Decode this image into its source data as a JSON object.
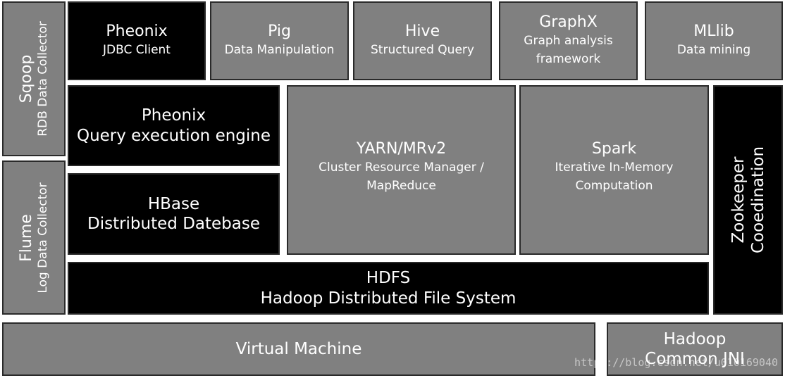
{
  "diagram": {
    "top_row": [
      {
        "title": "Pheonix",
        "subtitle": "JDBC Client"
      },
      {
        "title": "Pig",
        "subtitle": "Data Manipulation"
      },
      {
        "title": "Hive",
        "subtitle": "Structured Query"
      },
      {
        "title": "GraphX",
        "subtitle_line1": "Graph analysis",
        "subtitle_line2": "framework"
      },
      {
        "title": "MLlib",
        "subtitle": "Data mining"
      }
    ],
    "sqoop": {
      "title": "Sqoop",
      "subtitle": "RDB Data Collector"
    },
    "flume": {
      "title": "Flume",
      "subtitle": "Log Data Collector"
    },
    "pheonix_engine": {
      "line1": "Pheonix",
      "line2": "Query execution engine"
    },
    "hbase": {
      "line1": "HBase",
      "line2": "Distributed Datebase"
    },
    "yarn": {
      "title": "YARN/MRv2",
      "line1": "Cluster Resource Manager /",
      "line2": "MapReduce"
    },
    "spark": {
      "title": "Spark",
      "line1": "Iterative In-Memory",
      "line2": "Computation"
    },
    "zookeeper": {
      "line1": "Zookeeper",
      "line2": "Cooedination"
    },
    "hdfs": {
      "line1": "HDFS",
      "line2": "Hadoop Distributed File System"
    },
    "vm": {
      "label": "Virtual Machine"
    },
    "hadoop_common": {
      "line1": "Hadoop",
      "line2": "Common JNI"
    },
    "watermark": "https://blog.csdn.net/u010169040"
  }
}
